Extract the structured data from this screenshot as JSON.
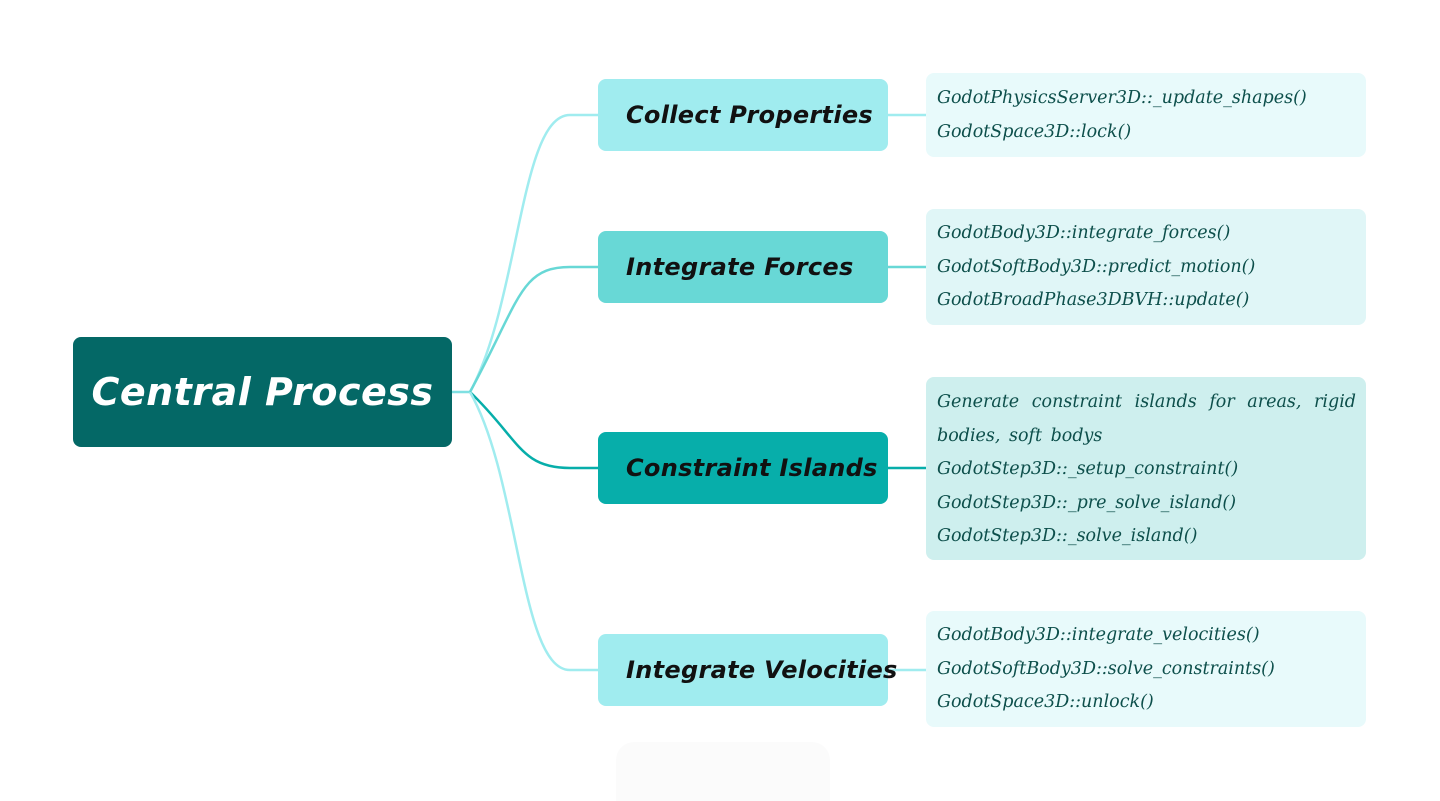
{
  "central": {
    "label": "Central Process",
    "color": "#046866"
  },
  "branches": [
    {
      "label": "Collect Properties",
      "color": "#a0ecef",
      "details": [
        "GodotPhysicsServer3D::_update_shapes()",
        "GodotSpace3D::lock()"
      ]
    },
    {
      "label": "Integrate Forces",
      "color": "#68d8d6",
      "details": [
        "GodotBody3D::integrate_forces()",
        "GodotSoftBody3D::predict_motion()",
        "GodotBroadPhase3DBVH::update()"
      ]
    },
    {
      "label": "Constraint Islands",
      "color": "#07aeaa",
      "details": [
        "Generate constraint islands for areas, rigid bodies, soft bodys",
        "GodotStep3D::_setup_constraint()",
        "GodotStep3D::_pre_solve_island()",
        "GodotStep3D::_solve_island()"
      ]
    },
    {
      "label": "Integrate Velocities",
      "color": "#a0ecef",
      "details": [
        "GodotBody3D::integrate_velocities()",
        "GodotSoftBody3D::solve_constraints()",
        "GodotSpace3D::unlock()"
      ]
    }
  ]
}
